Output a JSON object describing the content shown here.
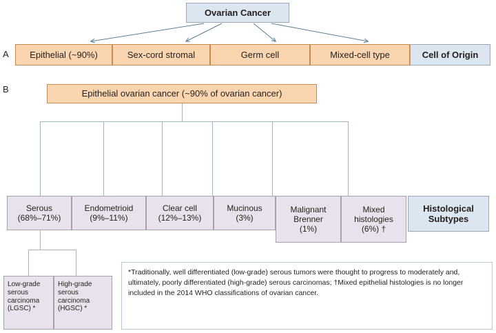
{
  "figure": {
    "panel_a": {
      "letter": "A",
      "root": {
        "label": "Ovarian Cancer"
      },
      "cells": [
        {
          "label": "Epithelial (~90%)"
        },
        {
          "label": "Sex-cord stromal"
        },
        {
          "label": "Germ cell"
        },
        {
          "label": "Mixed-cell type"
        }
      ],
      "row_label": "Cell of Origin",
      "arrow_color": "#5b7f95"
    },
    "panel_b": {
      "letter": "B",
      "root": {
        "label": "Epithelial ovarian cancer (~90% of ovarian cancer)"
      },
      "subtypes": [
        {
          "name": "Serous",
          "percent": "(68%–71%)"
        },
        {
          "name": "Endometrioid",
          "percent": "(9%–11%)"
        },
        {
          "name": "Clear cell",
          "percent": "(12%–13%)"
        },
        {
          "name": "Mucinous",
          "percent": "(3%)"
        },
        {
          "name": "Malignant",
          "name2": "Brenner",
          "percent": "(1%)"
        },
        {
          "name": "Mixed",
          "name2": "histologies",
          "percent": "(6%) †"
        }
      ],
      "row_label_line1": "Histological",
      "row_label_line2": "Subtypes",
      "grades": [
        {
          "l1": "Low-grade",
          "l2": "serous",
          "l3": "carcinoma",
          "l4": "(LGSC) *"
        },
        {
          "l1": "High-grade",
          "l2": "serous",
          "l3": "carcinoma",
          "l4": "(HGSC) *"
        }
      ],
      "footnote": "*Traditionally, well differentiated (low-grade) serous tumors were thought to progress to moderately and, ultimately, poorly differentiated (high-grade) serous carcinomas; †Mixed epithelial histologies is no longer included in the 2014 WHO classifications of ovarian cancer."
    },
    "colors": {
      "blue_fill": "#dce6f0",
      "orange_fill": "#fbd5b0",
      "purple_fill": "#e8e2ec",
      "line": "#9fb4bd"
    }
  }
}
